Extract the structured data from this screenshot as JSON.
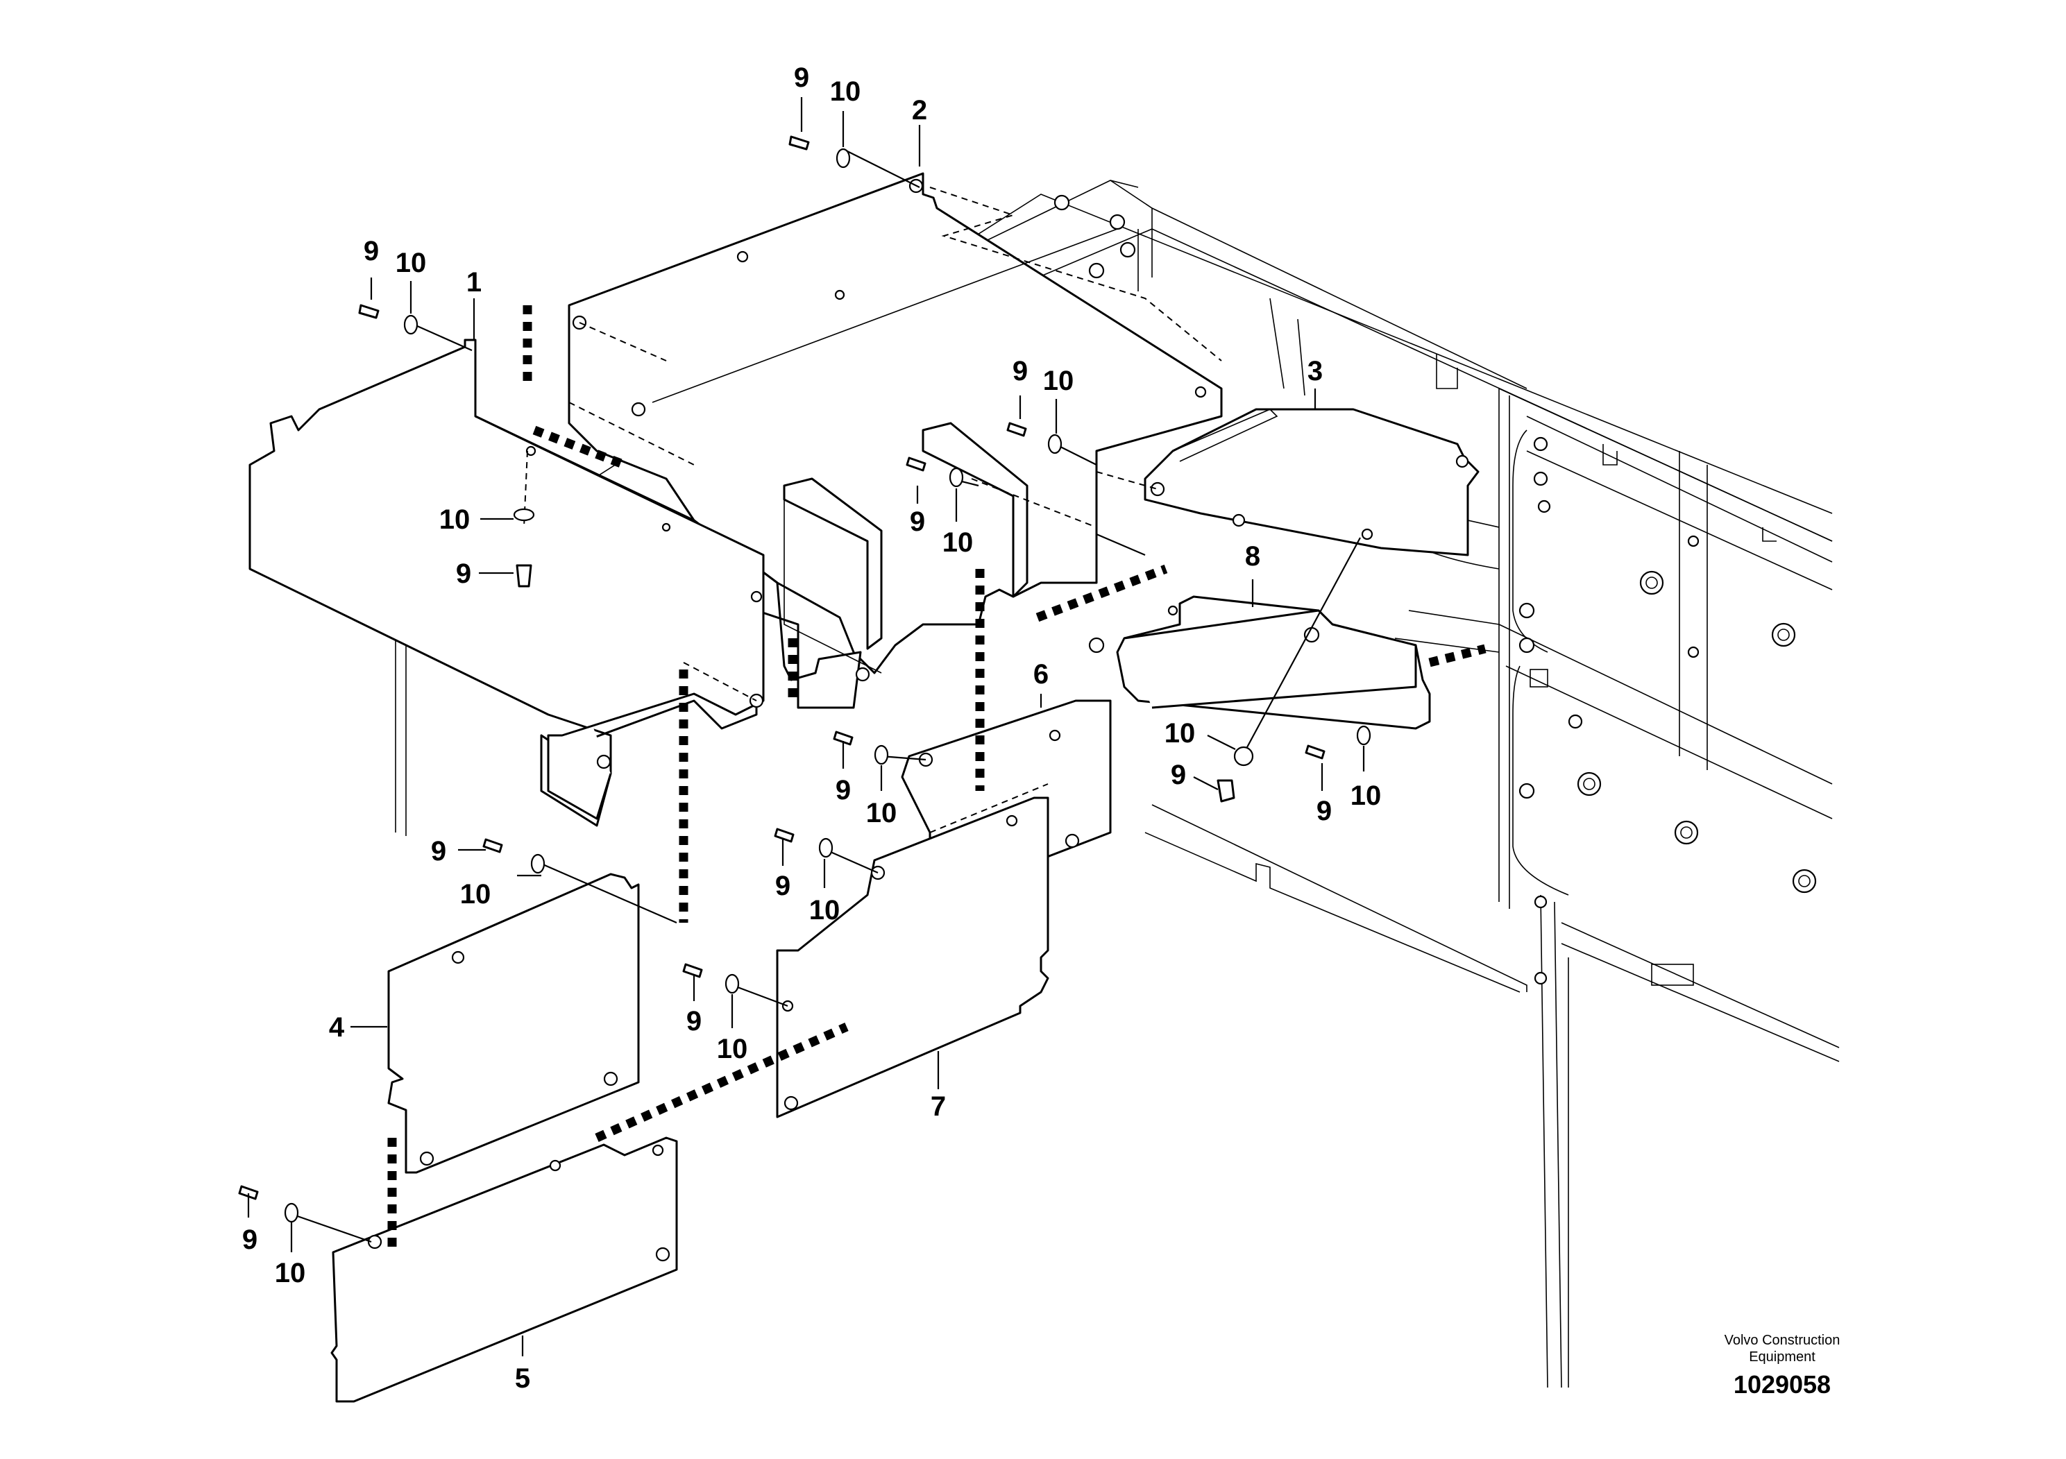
{
  "callouts": {
    "c1": "1",
    "c2": "2",
    "c3": "3",
    "c4": "4",
    "c5": "5",
    "c6": "6",
    "c7": "7",
    "c8": "8",
    "s9": "9",
    "w10": "10"
  },
  "credit": {
    "line1": "Volvo Construction",
    "line2": "Equipment"
  },
  "drawing_number": "1029058"
}
